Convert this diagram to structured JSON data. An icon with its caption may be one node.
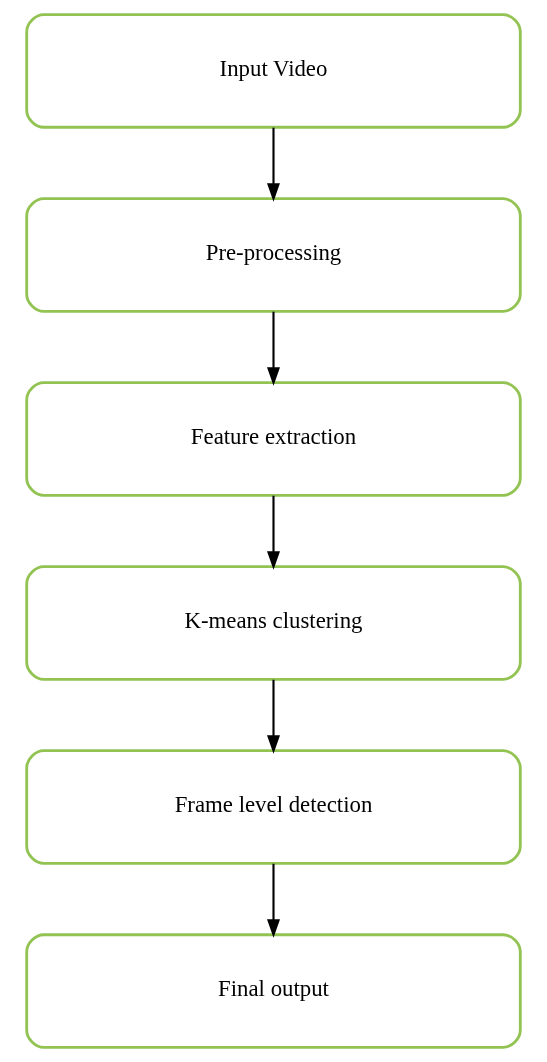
{
  "diagram": {
    "nodes": [
      {
        "text": [
          "Input Video"
        ]
      },
      {
        "text": [
          "Pre-processing"
        ]
      },
      {
        "text": [
          "Feature extraction"
        ]
      },
      {
        "text": [
          "K-means clustering"
        ]
      },
      {
        "text": [
          "Frame level detection"
        ]
      },
      {
        "text": [
          "Final output"
        ]
      }
    ],
    "edges": [
      {
        "from": 0,
        "to": 1,
        "arrow": "to"
      },
      {
        "from": 1,
        "to": 2,
        "arrow": "to"
      },
      {
        "from": 2,
        "to": 3,
        "arrow": "to"
      },
      {
        "from": 3,
        "to": 4,
        "arrow": "to"
      },
      {
        "from": 4,
        "to": 5,
        "arrow": "to"
      }
    ]
  }
}
